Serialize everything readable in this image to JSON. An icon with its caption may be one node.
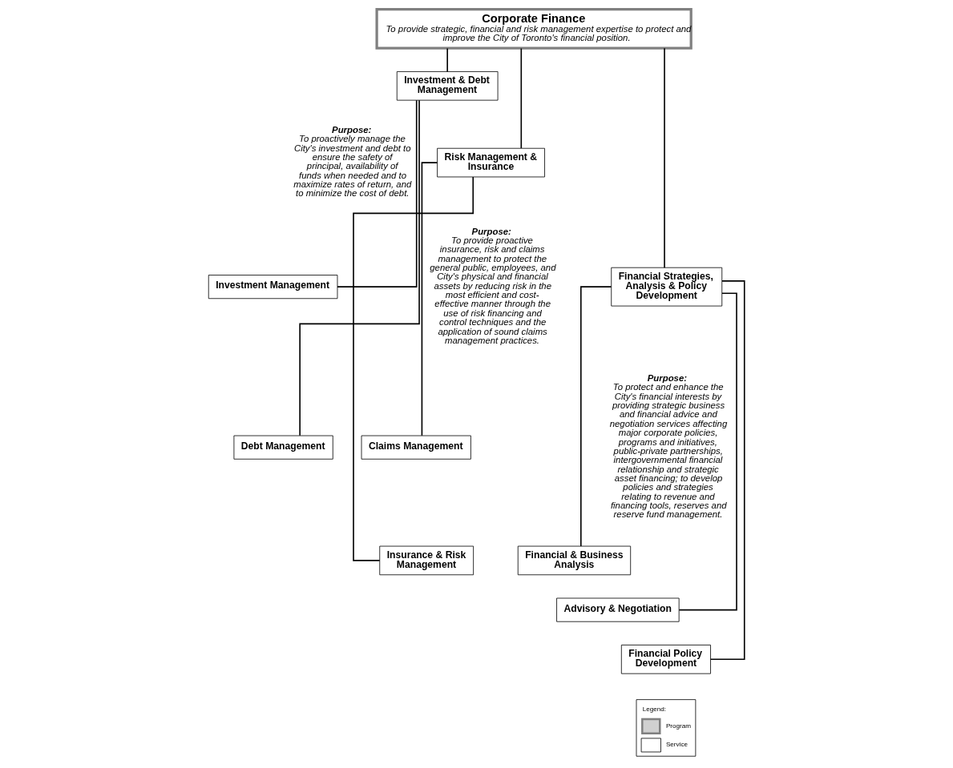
{
  "diagram": {
    "nodes": [
      {
        "text": [
          "Corporate Finance",
          "To provide strategic, financial and risk management expertise to protect and improve the City of Toronto's financial position."
        ]
      },
      {
        "text": [
          "Investment & Debt Management"
        ],
        "beside": [
          "Purpose:",
          "To proactively manage the City's investment and debt to ensure the safety of principal, availability of funds when needed and to maximize rates of return, and to minimize the cost of debt."
        ]
      },
      {
        "text": [
          "Risk Management & Insurance"
        ],
        "beside": [
          "Purpose:",
          "To provide proactive insurance, risk and claims management to protect the general public, employees, and City's physical and financial assets by reducing risk in the most efficient and cost-effective manner through the use of risk financing and control techniques and the application of sound claims management practices."
        ]
      },
      {
        "text": [
          "Financial Strategies, Analysis & Policy Development"
        ],
        "beside": [
          "Purpose:",
          "To protect and enhance the City's financial interests by providing strategic business and financial advice and negotiation services affecting major corporate policies, programs and initiatives, public-private partnerships, intergovernmental financial relationship and strategic asset financing; to develop policies and strategies relating to revenue and financing tools, reserves and reserve fund management."
        ]
      },
      {
        "text": [
          "Investment Management"
        ]
      },
      {
        "text": [
          "Debt Management"
        ]
      },
      {
        "text": [
          "Claims Management"
        ]
      },
      {
        "text": [
          "Insurance & Risk Management"
        ]
      },
      {
        "text": [
          "Financial & Business Analysis"
        ]
      },
      {
        "text": [
          "Advisory & Negotiation"
        ]
      },
      {
        "text": [
          "Financial Policy Development"
        ]
      }
    ],
    "edges": [
      {
        "from": 0,
        "to": 1,
        "arrow": "none"
      },
      {
        "from": 0,
        "to": 2,
        "arrow": "none"
      },
      {
        "from": 0,
        "to": 3,
        "arrow": "none"
      },
      {
        "from": 1,
        "to": 4,
        "arrow": "none"
      },
      {
        "from": 1,
        "to": 5,
        "arrow": "none"
      },
      {
        "from": 2,
        "to": 6,
        "arrow": "none"
      },
      {
        "from": 2,
        "to": 7,
        "arrow": "none"
      },
      {
        "from": 3,
        "to": 8,
        "arrow": "none"
      },
      {
        "from": 3,
        "to": 9,
        "arrow": "none"
      },
      {
        "from": 3,
        "to": 10,
        "arrow": "none"
      }
    ],
    "labels": [
      "Legend:"
    ],
    "legend": [
      {
        "text": "Program"
      },
      {
        "text": "Service"
      }
    ]
  }
}
